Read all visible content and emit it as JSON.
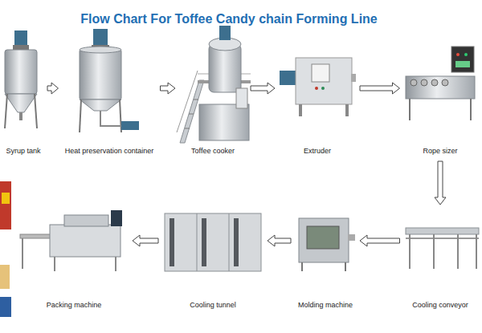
{
  "diagram": {
    "title": "Flow Chart For Toffee Candy chain Forming Line",
    "nodes": [
      {
        "text": [
          "Syrup tank"
        ]
      },
      {
        "text": [
          "Heat preservation container"
        ]
      },
      {
        "text": [
          "Toffee cooker"
        ]
      },
      {
        "text": [
          "Extruder"
        ]
      },
      {
        "text": [
          "Rope sizer"
        ]
      },
      {
        "text": [
          "Cooling conveyor"
        ]
      },
      {
        "text": [
          "Molding machine"
        ]
      },
      {
        "text": [
          "Cooling tunnel"
        ]
      },
      {
        "text": [
          "Packing machine"
        ]
      }
    ],
    "edges": [
      {
        "from": 0,
        "to": 1,
        "arrow": "to"
      },
      {
        "from": 1,
        "to": 2,
        "arrow": "to"
      },
      {
        "from": 2,
        "to": 3,
        "arrow": "to"
      },
      {
        "from": 3,
        "to": 4,
        "arrow": "to"
      },
      {
        "from": 4,
        "to": 5,
        "arrow": "to"
      },
      {
        "from": 5,
        "to": 6,
        "arrow": "to"
      },
      {
        "from": 6,
        "to": 7,
        "arrow": "to"
      },
      {
        "from": 7,
        "to": 8,
        "arrow": "to"
      }
    ]
  }
}
